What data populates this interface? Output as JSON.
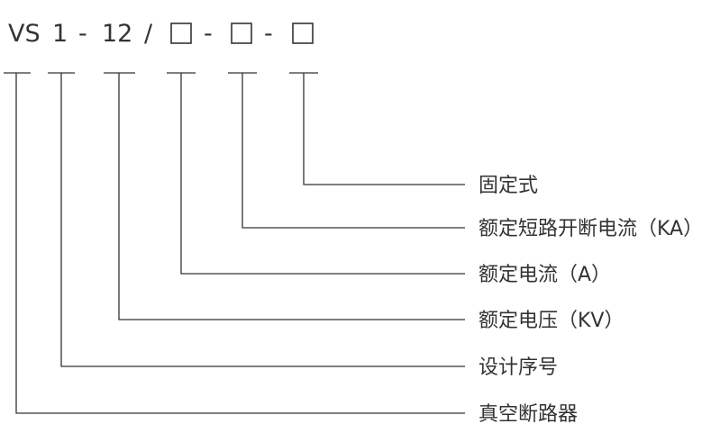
{
  "model_code": {
    "series": "VS",
    "series_no": "1",
    "voltage": "12",
    "dash": "-",
    "slash": "/"
  },
  "labels": [
    "固定式",
    "额定短路开断电流（KA）",
    "额定电流（A）",
    "额定电压（KV）",
    "设计序号",
    "真空断路器"
  ]
}
